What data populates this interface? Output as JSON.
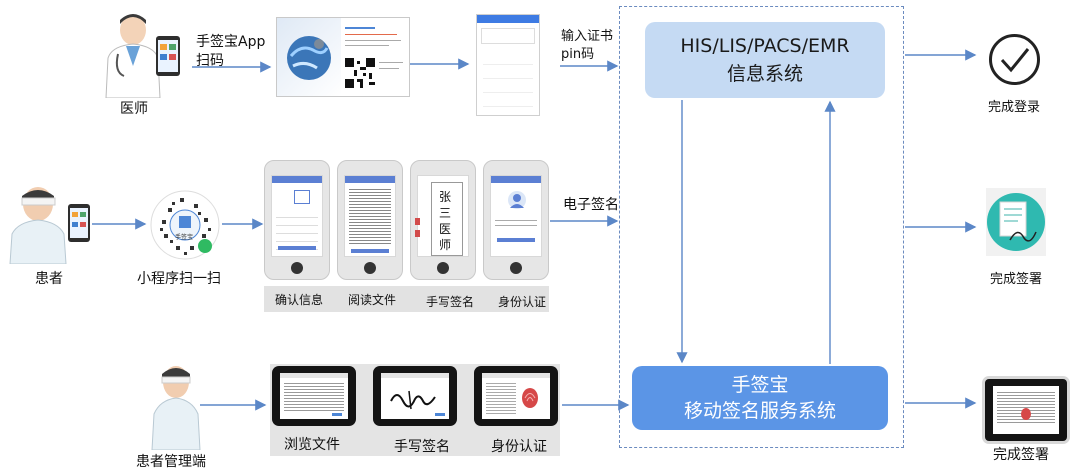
{
  "nodes": {
    "doctor_label": "医师",
    "doctor_scan": "手签宝App\n扫码",
    "cert_pin": "输入证书\npin码",
    "his_system": "HIS/LIS/PACS/EMR\n信息系统",
    "finish_login": "完成登录",
    "patient_label": "患者",
    "mini_scan": "小程序扫一扫",
    "esign": "电子签名",
    "finish_sign_1": "完成签署",
    "steps_mobile": [
      "确认信息",
      "阅读文件",
      "手写签名",
      "身份认证"
    ],
    "handwrite_chars": [
      "张",
      "三",
      "医",
      "师"
    ],
    "sign_service": "手签宝\n移动签名服务系统",
    "patient_manager": "患者管理端",
    "steps_tablet": [
      "浏览文件",
      "手写签名",
      "身份认证"
    ],
    "finish_sign_2": "完成签署",
    "qr_caption": "手签宝"
  },
  "colors": {
    "his_box": "#c5daf3",
    "service_box": "#5b95e6",
    "arrow": "#5b87c7",
    "dashed_border": "#6b8bbf",
    "phone_accent": "#5b7fd3"
  }
}
